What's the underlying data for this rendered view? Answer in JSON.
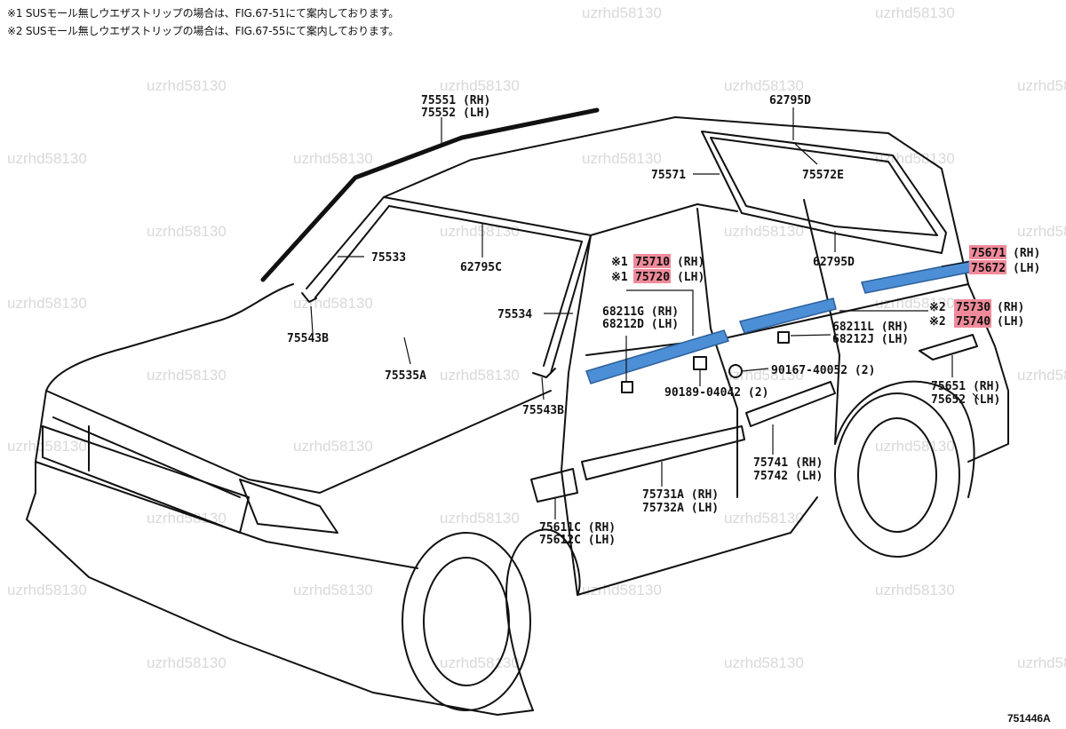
{
  "notes": [
    "※1 SUSモール無しウエザストリップの場合は、FIG.67-51にて案内しております。",
    "※2 SUSモール無しウエザストリップの場合は、FIG.67-55にて案内しております。"
  ],
  "watermark": "uzrhd58130",
  "figure_id": "751446A",
  "colors": {
    "highlight": "#f08a9a",
    "blue_part": "#4d8fd6",
    "line": "#111111"
  },
  "labels": {
    "p75551": "75551 (RH)",
    "p75552": "75552 (LH)",
    "p62795d_top": "62795D",
    "p75571": "75571",
    "p75572e": "75572E",
    "p75533": "75533",
    "p62795c": "62795C",
    "p62795d_mid": "62795D",
    "mark1a": "※1",
    "p75710": "75710 (RH)",
    "mark1b": "※1",
    "p75720": "75720 (LH)",
    "p75671": "75671",
    "p75671_side": "(RH)",
    "p75672": "75672",
    "p75672_side": "(LH)",
    "p75534": "75534",
    "p68211g": "68211G (RH)",
    "p68212d": "68212D (LH)",
    "mark2a": "※2",
    "p75730": "75730",
    "p75730_side": "(RH)",
    "mark2b": "※2",
    "p75740": "75740",
    "p75740_side": "(LH)",
    "p68211l": "68211L (RH)",
    "p68212j": "68212J (LH)",
    "p75543b_top": "75543B",
    "p75535a": "75535A",
    "p90167": "90167-40052 (2)",
    "p90189": "90189-04042 (2)",
    "p75543b_bot": "75543B",
    "p75651": "75651 (RH)",
    "p75652": "75652 (LH)",
    "p75741": "75741 (RH)",
    "p75742": "75742 (LH)",
    "p75731a": "75731A (RH)",
    "p75732a": "75732A (LH)",
    "p75611c": "75611C (RH)",
    "p75612c": "75612C (LH)"
  }
}
